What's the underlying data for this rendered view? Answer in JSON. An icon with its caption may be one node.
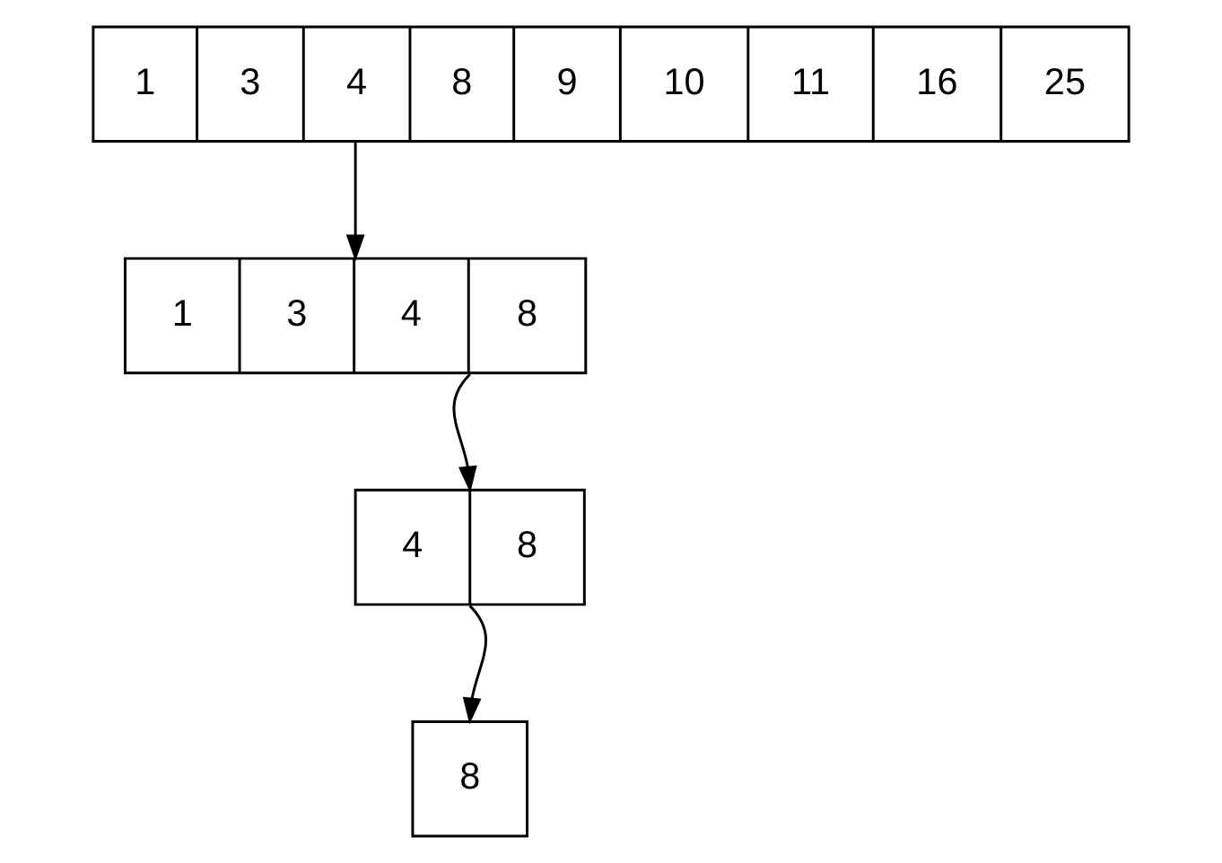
{
  "diagram": {
    "nodes": [
      {
        "text": [
          "1",
          "3",
          "4",
          "8",
          "9",
          "10",
          "11",
          "16",
          "25"
        ]
      },
      {
        "text": [
          "1",
          "3",
          "4",
          "8"
        ]
      },
      {
        "text": [
          "4",
          "8"
        ]
      },
      {
        "text": [
          "8"
        ]
      }
    ],
    "edges": [
      {
        "from": 0,
        "to": 1,
        "arrow": "to"
      },
      {
        "from": 1,
        "to": 2,
        "arrow": "to"
      },
      {
        "from": 2,
        "to": 3,
        "arrow": "to"
      }
    ]
  }
}
